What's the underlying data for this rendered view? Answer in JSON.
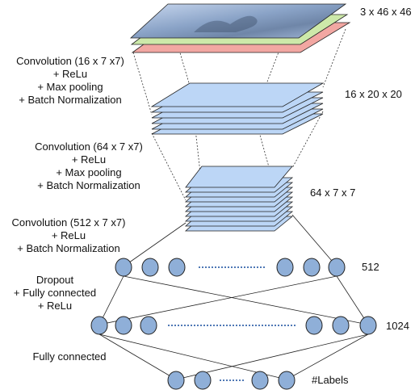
{
  "layers": {
    "input": {
      "dims": "3 x 46 x 46"
    },
    "conv1": {
      "dims": "16 x 20 x 20"
    },
    "conv2": {
      "dims": "64 x 7 x 7"
    },
    "fc1": {
      "dims": "512"
    },
    "fc2": {
      "dims": "1024"
    },
    "output": {
      "dims": "#Labels"
    }
  },
  "operations": {
    "op1": [
      "Convolution (16 x 7 x7)",
      "+ ReLu",
      "+ Max pooling",
      "+ Batch Normalization"
    ],
    "op2": [
      "Convolution (64 x 7 x7)",
      "+ ReLu",
      "+ Max pooling",
      "+ Batch Normalization"
    ],
    "op3": [
      "Convolution (512 x 7 x7)",
      "+ ReLu",
      "+ Batch Normalization"
    ],
    "op4": [
      "Dropout",
      "+ Fully connected",
      "+ ReLu"
    ],
    "op5": [
      "Fully connected"
    ]
  },
  "colors": {
    "feature_map_fill": "#bcd6f6",
    "feature_map_stroke": "#1c1c1c",
    "input_red": "#f2a7a2",
    "input_green": "#cde9a9",
    "input_blue": "#a9c4ec",
    "neuron_fill": "#8fafd8",
    "neuron_stroke": "#222222",
    "ellipsis_dots": "#4f78b5",
    "dotted_line": "#333333"
  }
}
